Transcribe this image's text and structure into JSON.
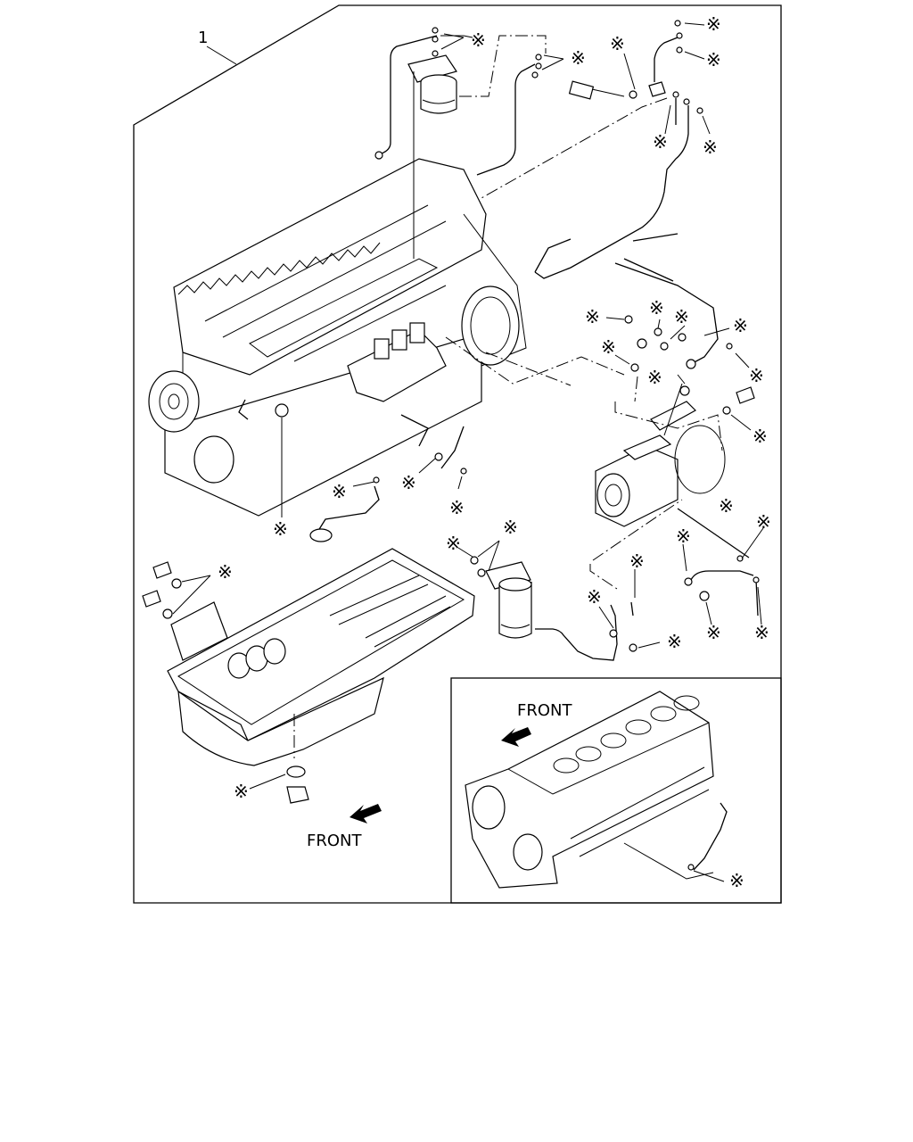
{
  "callout_number": "1",
  "front_label_main": "FRONT",
  "front_label_inset": "FRONT",
  "asterisk": "※"
}
